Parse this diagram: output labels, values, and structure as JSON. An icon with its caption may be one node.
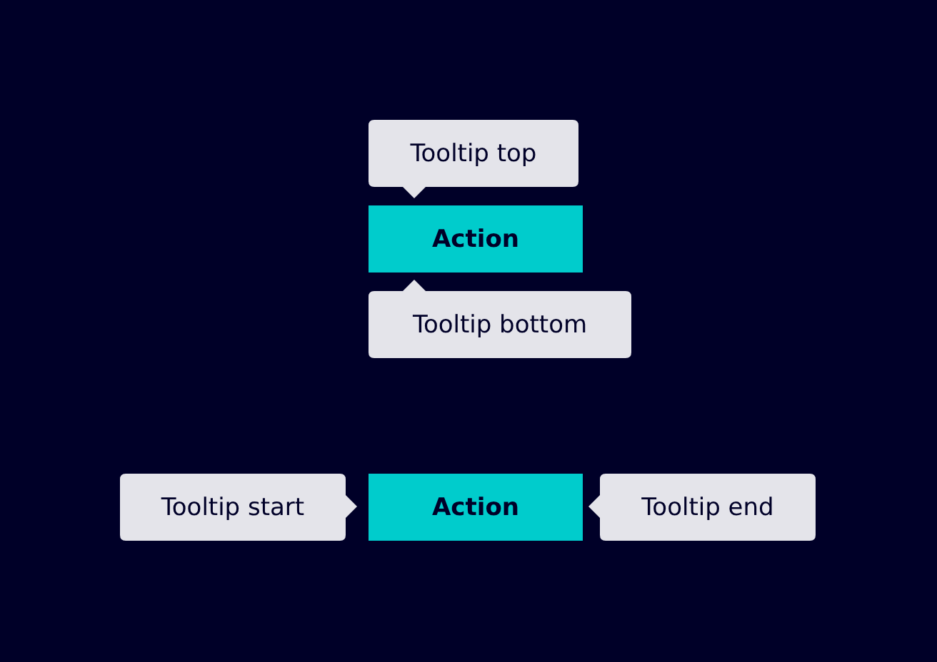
{
  "diagram": {
    "nodes": [
      {
        "text": [
          "Tooltip top"
        ]
      },
      {
        "text": [
          "Action"
        ]
      },
      {
        "text": [
          "Tooltip bottom"
        ]
      },
      {
        "text": [
          "Tooltip start"
        ]
      },
      {
        "text": [
          "Action"
        ]
      },
      {
        "text": [
          "Tooltip end"
        ]
      }
    ]
  }
}
